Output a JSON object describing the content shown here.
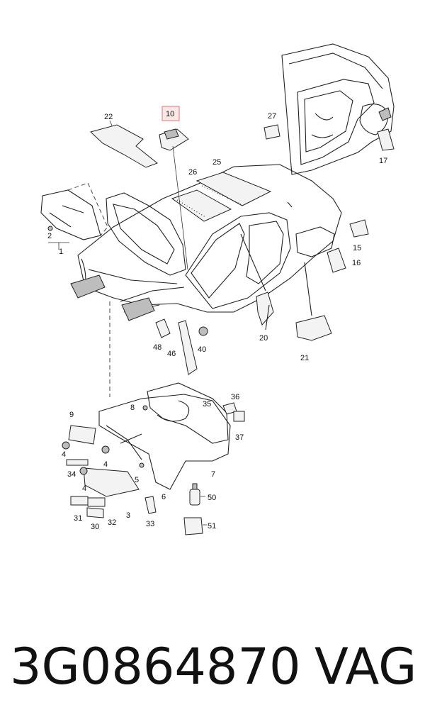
{
  "highlight_color": "#e57373",
  "caption": {
    "part_number": "3G0864870",
    "brand": "VAG"
  },
  "callouts": {
    "c1": "1",
    "c2": "2",
    "c3": "3",
    "c4a": "4",
    "c4b": "4",
    "c4c": "4",
    "c5": "5",
    "c6": "6",
    "c7": "7",
    "c8": "8",
    "c9": "9",
    "c10": "10",
    "c15": "15",
    "c16": "16",
    "c17": "17",
    "c20": "20",
    "c21": "21",
    "c22": "22",
    "c25": "25",
    "c26": "26",
    "c27": "27",
    "c30": "30",
    "c31": "31",
    "c32": "32",
    "c33": "33",
    "c34": "34",
    "c35": "35",
    "c36": "36",
    "c37": "37",
    "c40": "40",
    "c46": "46",
    "c48": "48",
    "c50": "50",
    "c51": "51"
  }
}
